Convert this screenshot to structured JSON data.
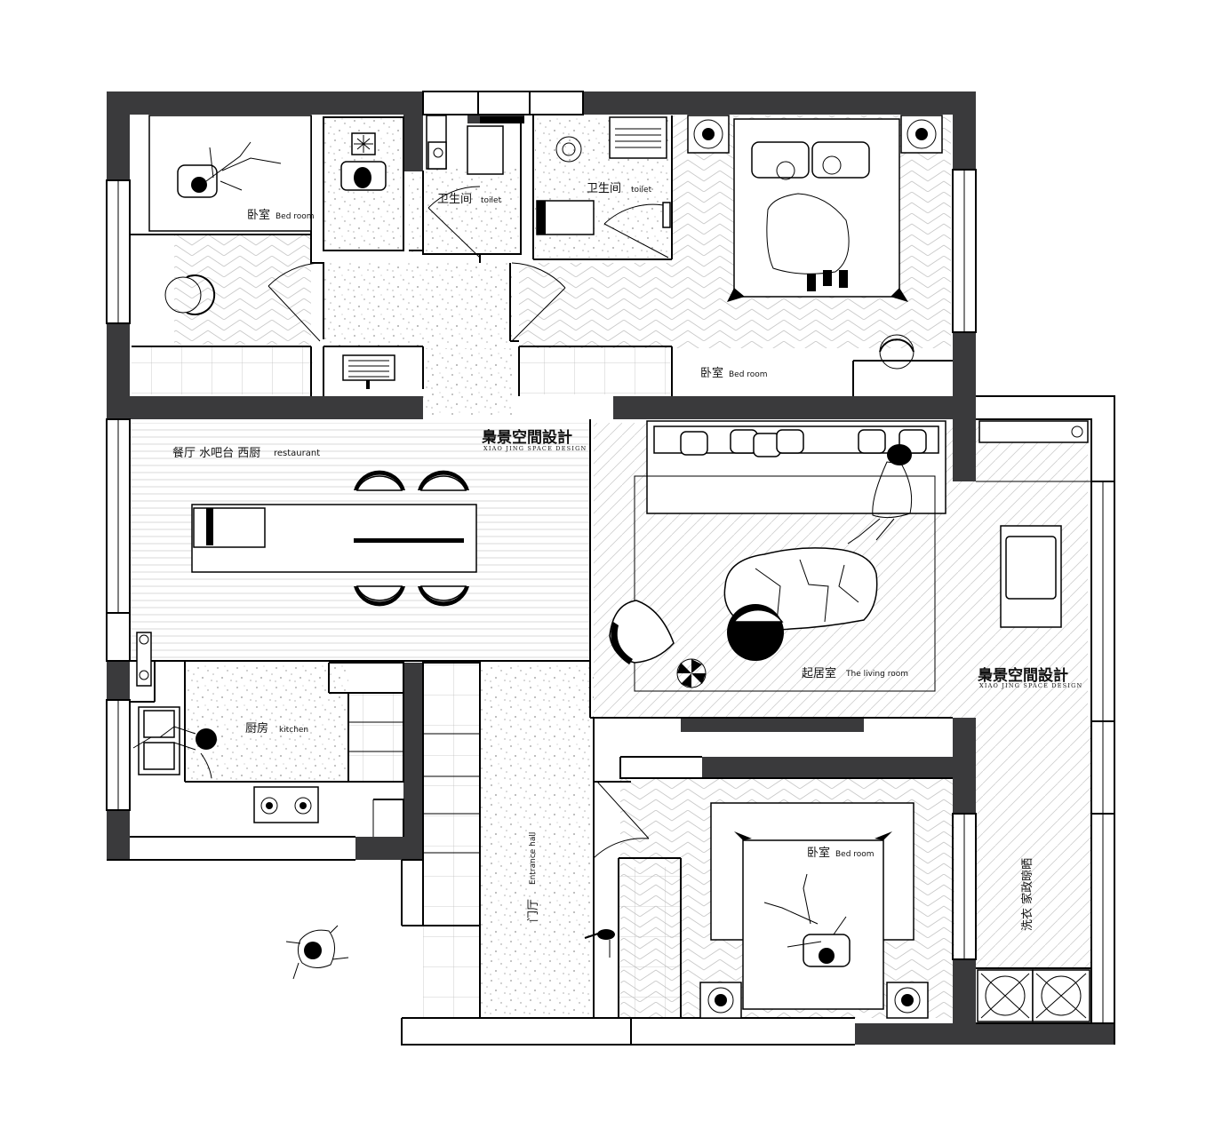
{
  "rooms": {
    "bedroom_nw": {
      "zh": "卧室",
      "en": "Bed room"
    },
    "toilet_1": {
      "zh": "卫生间",
      "en": "toilet"
    },
    "toilet_2": {
      "zh": "卫生间",
      "en": "toilet"
    },
    "bedroom_ne": {
      "zh": "卧室",
      "en": "Bed room"
    },
    "dining": {
      "zh": "餐厅 水吧台 西厨",
      "en": "restaurant"
    },
    "living": {
      "zh": "起居室",
      "en": "The living room"
    },
    "kitchen": {
      "zh": "厨房",
      "en": "kitchen"
    },
    "entrance": {
      "zh": "门厅",
      "en": "Entrance hall"
    },
    "bedroom_se": {
      "zh": "卧室",
      "en": "Bed room"
    },
    "laundry": {
      "zh": "洗衣 家政晾晒"
    }
  },
  "brand": {
    "name_zh": "梟景空間設計",
    "name_en": "XIAO JING SPACE DESIGN"
  },
  "colors": {
    "wall": "#3a3a3c",
    "ink": "#000000",
    "background": "#ffffff",
    "hatch": "#aaaaaa"
  }
}
